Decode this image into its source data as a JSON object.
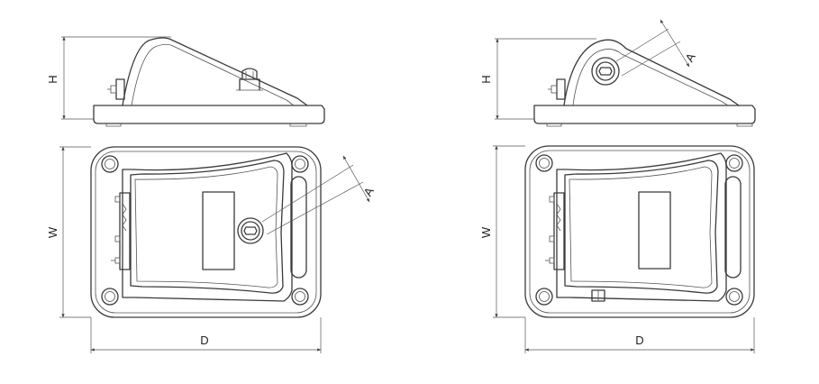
{
  "left_view": {
    "side_height_label": "H",
    "front_width_label": "W",
    "depth_label": "D",
    "angle_label": "A"
  },
  "right_view": {
    "side_height_label": "H",
    "front_width_label": "W",
    "depth_label": "D",
    "angle_label": "A"
  }
}
